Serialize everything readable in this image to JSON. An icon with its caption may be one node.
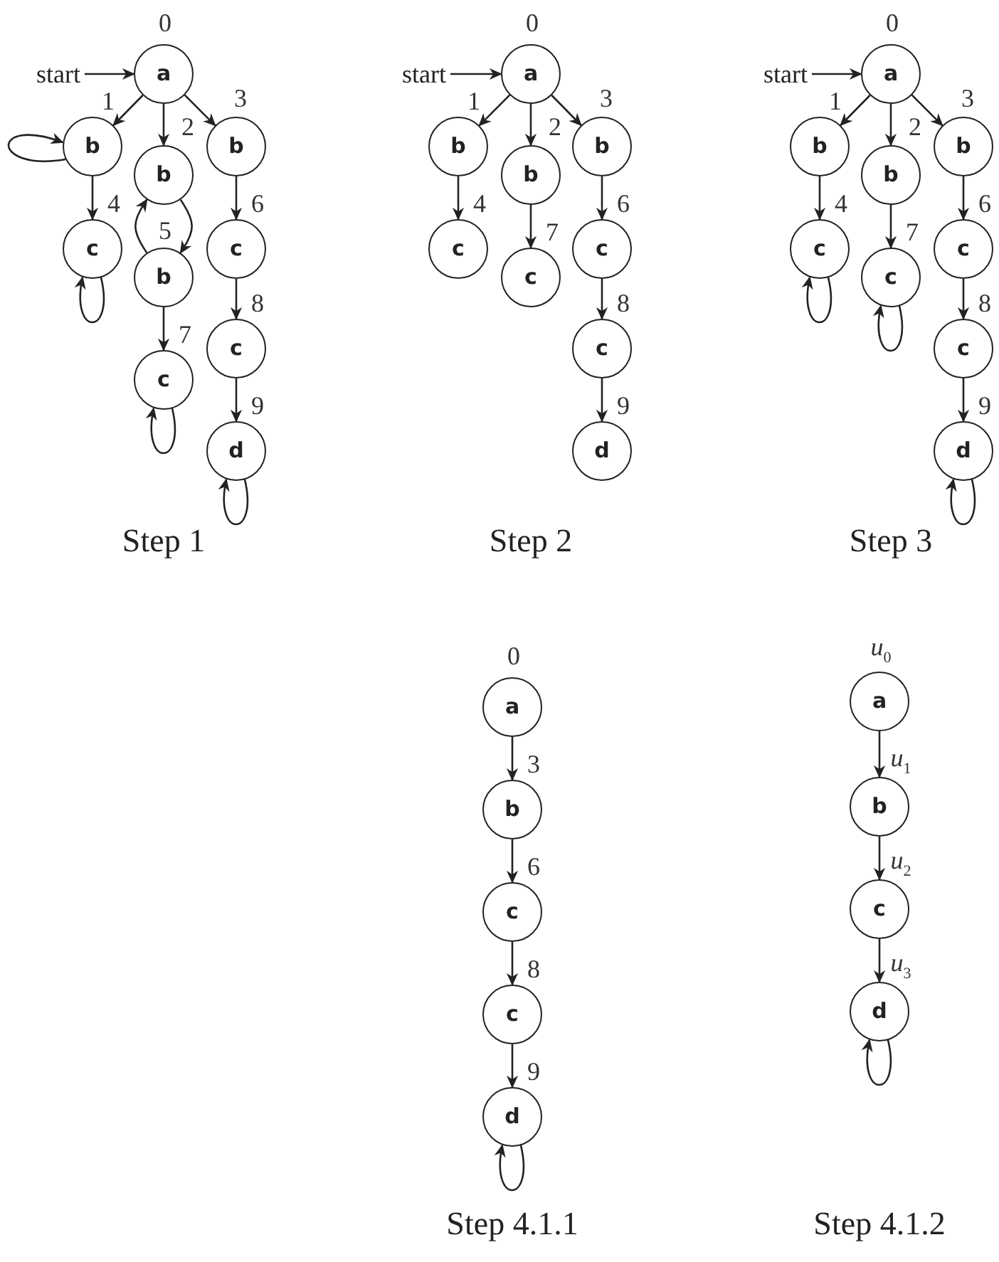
{
  "diagram": {
    "nodes": [
      {
        "text": [
          "start"
        ]
      },
      {
        "text": [
          "a"
        ],
        "beside": [
          "0"
        ]
      },
      {
        "text": [
          "b"
        ],
        "beside": [
          "1"
        ]
      },
      {
        "text": [
          "b"
        ],
        "beside": [
          "2"
        ]
      },
      {
        "text": [
          "b"
        ],
        "beside": [
          "3"
        ]
      },
      {
        "text": [
          "c"
        ],
        "beside": [
          "4"
        ]
      },
      {
        "text": [
          "b"
        ],
        "beside": [
          "5"
        ]
      },
      {
        "text": [
          "c"
        ],
        "beside": [
          "6"
        ]
      },
      {
        "text": [
          "c"
        ],
        "beside": [
          "8"
        ]
      },
      {
        "text": [
          "c"
        ],
        "beside": [
          "7"
        ]
      },
      {
        "text": [
          "d"
        ],
        "beside": [
          "9"
        ]
      },
      {
        "text": [
          "start"
        ]
      },
      {
        "text": [
          "a"
        ],
        "beside": [
          "0"
        ]
      },
      {
        "text": [
          "b"
        ],
        "beside": [
          "1"
        ]
      },
      {
        "text": [
          "b"
        ],
        "beside": [
          "2"
        ]
      },
      {
        "text": [
          "b"
        ],
        "beside": [
          "3"
        ]
      },
      {
        "text": [
          "c"
        ],
        "beside": [
          "4"
        ]
      },
      {
        "text": [
          "c"
        ],
        "beside": [
          "6"
        ]
      },
      {
        "text": [
          "c"
        ],
        "beside": [
          "7"
        ]
      },
      {
        "text": [
          "c"
        ],
        "beside": [
          "8"
        ]
      },
      {
        "text": [
          "d"
        ],
        "beside": [
          "9"
        ]
      },
      {
        "text": [
          "start"
        ]
      },
      {
        "text": [
          "a"
        ],
        "beside": [
          "0"
        ]
      },
      {
        "text": [
          "b"
        ],
        "beside": [
          "1"
        ]
      },
      {
        "text": [
          "b"
        ],
        "beside": [
          "2"
        ]
      },
      {
        "text": [
          "b"
        ],
        "beside": [
          "3"
        ]
      },
      {
        "text": [
          "c"
        ],
        "beside": [
          "4"
        ]
      },
      {
        "text": [
          "c"
        ],
        "beside": [
          "6"
        ]
      },
      {
        "text": [
          "c"
        ],
        "beside": [
          "7"
        ]
      },
      {
        "text": [
          "c"
        ],
        "beside": [
          "8"
        ]
      },
      {
        "text": [
          "d"
        ],
        "beside": [
          "9"
        ]
      },
      {
        "text": [
          "a"
        ],
        "beside": [
          "0"
        ]
      },
      {
        "text": [
          "b"
        ],
        "beside": [
          "3"
        ]
      },
      {
        "text": [
          "c"
        ],
        "beside": [
          "6"
        ]
      },
      {
        "text": [
          "c"
        ],
        "beside": [
          "8"
        ]
      },
      {
        "text": [
          "d"
        ],
        "beside": [
          "9"
        ]
      },
      {
        "text": [
          "a"
        ],
        "beside": [
          "*u*$_{0}$"
        ]
      },
      {
        "text": [
          "b"
        ],
        "beside": [
          "*u*$_{1}$"
        ]
      },
      {
        "text": [
          "c"
        ],
        "beside": [
          "*u*$_{2}$"
        ]
      },
      {
        "text": [
          "d"
        ],
        "beside": [
          "*u*$_{3}$"
        ]
      }
    ],
    "edges": [
      {
        "from": 0,
        "to": 1,
        "arrow": "to"
      },
      {
        "from": 1,
        "to": 2,
        "arrow": "to"
      },
      {
        "from": 1,
        "to": 3,
        "arrow": "to"
      },
      {
        "from": 1,
        "to": 4,
        "arrow": "to"
      },
      {
        "from": 2,
        "to": 2,
        "arrow": "to"
      },
      {
        "from": 2,
        "to": 5,
        "arrow": "to"
      },
      {
        "from": 3,
        "to": 6,
        "arrow": "to"
      },
      {
        "from": 6,
        "to": 3,
        "arrow": "to"
      },
      {
        "from": 4,
        "to": 7,
        "arrow": "to"
      },
      {
        "from": 5,
        "to": 5,
        "arrow": "to"
      },
      {
        "from": 6,
        "to": 9,
        "arrow": "to"
      },
      {
        "from": 7,
        "to": 8,
        "arrow": "to"
      },
      {
        "from": 9,
        "to": 9,
        "arrow": "to"
      },
      {
        "from": 8,
        "to": 10,
        "arrow": "to"
      },
      {
        "from": 10,
        "to": 10,
        "arrow": "to"
      },
      {
        "from": 11,
        "to": 12,
        "arrow": "to"
      },
      {
        "from": 12,
        "to": 13,
        "arrow": "to"
      },
      {
        "from": 12,
        "to": 14,
        "arrow": "to"
      },
      {
        "from": 12,
        "to": 15,
        "arrow": "to"
      },
      {
        "from": 13,
        "to": 16,
        "arrow": "to"
      },
      {
        "from": 14,
        "to": 18,
        "arrow": "to"
      },
      {
        "from": 15,
        "to": 17,
        "arrow": "to"
      },
      {
        "from": 17,
        "to": 19,
        "arrow": "to"
      },
      {
        "from": 19,
        "to": 20,
        "arrow": "to"
      },
      {
        "from": 21,
        "to": 22,
        "arrow": "to"
      },
      {
        "from": 22,
        "to": 23,
        "arrow": "to"
      },
      {
        "from": 22,
        "to": 24,
        "arrow": "to"
      },
      {
        "from": 22,
        "to": 25,
        "arrow": "to"
      },
      {
        "from": 23,
        "to": 26,
        "arrow": "to"
      },
      {
        "from": 24,
        "to": 28,
        "arrow": "to"
      },
      {
        "from": 25,
        "to": 27,
        "arrow": "to"
      },
      {
        "from": 27,
        "to": 29,
        "arrow": "to"
      },
      {
        "from": 29,
        "to": 30,
        "arrow": "to"
      },
      {
        "from": 26,
        "to": 26,
        "arrow": "to"
      },
      {
        "from": 28,
        "to": 28,
        "arrow": "to"
      },
      {
        "from": 30,
        "to": 30,
        "arrow": "to"
      },
      {
        "from": 31,
        "to": 32,
        "arrow": "to"
      },
      {
        "from": 32,
        "to": 33,
        "arrow": "to"
      },
      {
        "from": 33,
        "to": 34,
        "arrow": "to"
      },
      {
        "from": 34,
        "to": 35,
        "arrow": "to"
      },
      {
        "from": 35,
        "to": 35,
        "arrow": "to"
      },
      {
        "from": 36,
        "to": 37,
        "arrow": "to"
      },
      {
        "from": 37,
        "to": 38,
        "arrow": "to"
      },
      {
        "from": 38,
        "to": 39,
        "arrow": "to"
      },
      {
        "from": 39,
        "to": 39,
        "arrow": "to"
      }
    ],
    "labels": [
      "Step 1",
      "Step 2",
      "Step 3",
      "Step 4.1.1",
      "Step 4.1.2"
    ]
  }
}
